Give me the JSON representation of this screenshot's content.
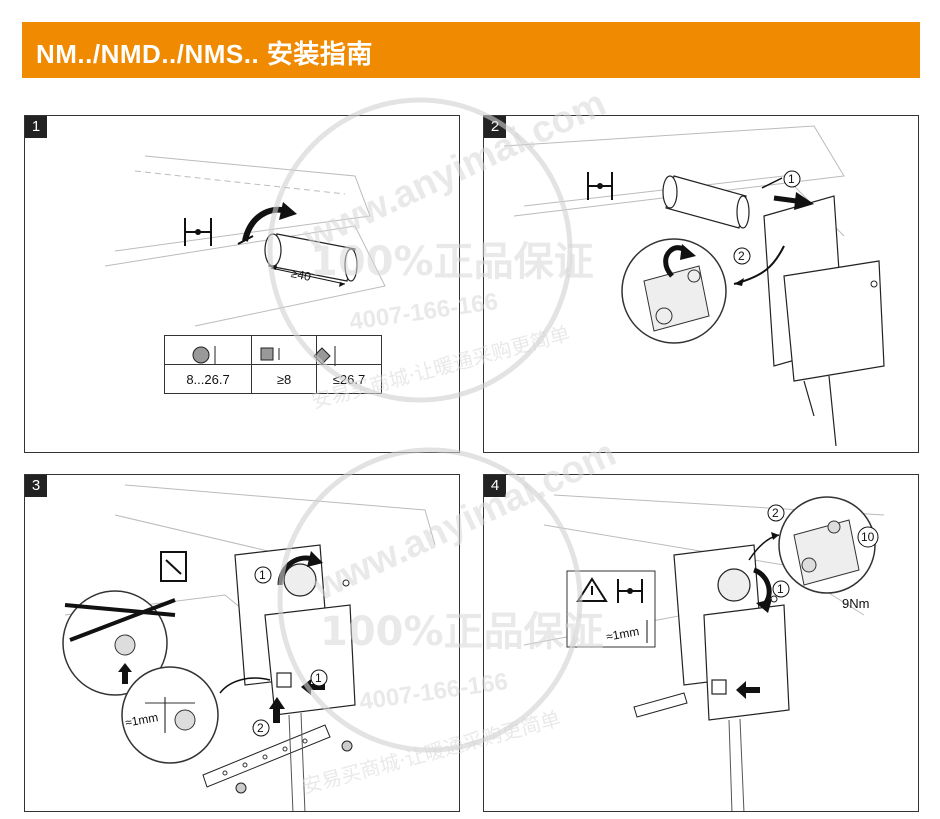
{
  "header": {
    "title": "NM../NMD../NMS.. 安装指南"
  },
  "panels": [
    {
      "number": "1"
    },
    {
      "number": "2"
    },
    {
      "number": "3"
    },
    {
      "number": "4"
    }
  ],
  "panel1": {
    "min_length": "≥40",
    "table": {
      "shapes": [
        "round-shaft-icon",
        "square-shaft-icon",
        "diamond-shaft-icon"
      ],
      "values": [
        "8...26.7",
        "≥8",
        "≤26.7"
      ]
    }
  },
  "panel2": {
    "callout_1": "1",
    "callout_2": "2"
  },
  "panel3": {
    "callout_1": "1",
    "callout_2": "2",
    "gap": "≈1mm"
  },
  "panel4": {
    "callout_1": "1",
    "callout_2": "2",
    "torque_badge": "10",
    "torque": "9Nm",
    "gap": "≈1mm"
  },
  "watermark": {
    "site": "www.anyimai.com",
    "slogan": "100%正品保证",
    "phone": "4007-166-166",
    "tagline": "安易买商城·让暖通采购更简单"
  },
  "colors": {
    "header_bg": "#f08a00",
    "header_text": "#ffffff",
    "frame": "#333333"
  }
}
